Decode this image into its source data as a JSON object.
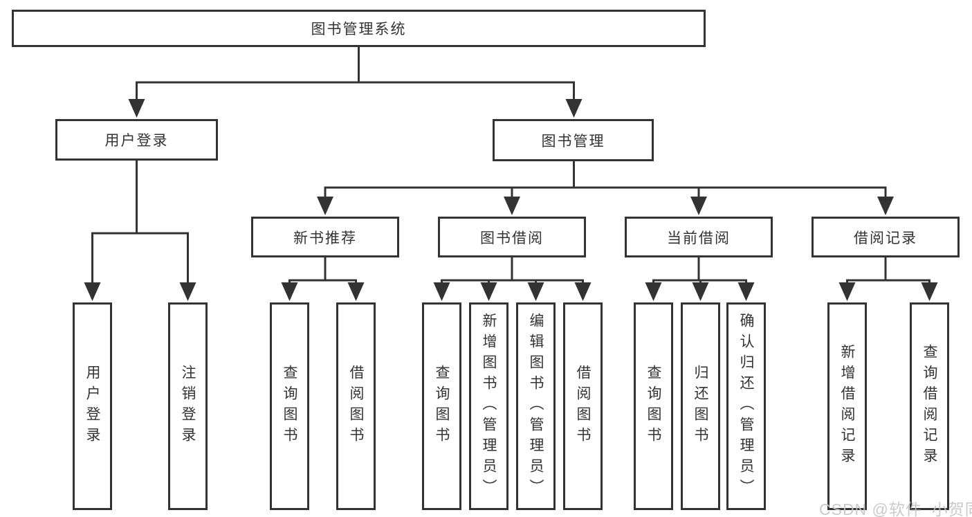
{
  "diagram": {
    "root": {
      "label": "图书管理系统"
    },
    "level2": {
      "user_login": {
        "label": "用户登录"
      },
      "book_management": {
        "label": "图书管理"
      }
    },
    "level3": {
      "new_book_recommend": {
        "label": "新书推荐"
      },
      "book_borrowing": {
        "label": "图书借阅"
      },
      "current_borrowing": {
        "label": "当前借阅"
      },
      "borrowing_records": {
        "label": "借阅记录"
      }
    },
    "leaves": {
      "user_login": "用户登录",
      "logout": "注销登录",
      "nb_query_books": "查询图书",
      "nb_borrow_books": "借阅图书",
      "bb_query_books": "查询图书",
      "bb_add_books_admin": "新增图书（管理员）",
      "bb_edit_books_admin": "编辑图书（管理员）",
      "bb_borrow_books": "借阅图书",
      "cb_query_books": "查询图书",
      "cb_return_books": "归还图书",
      "cb_confirm_return_admin": "确认归还（管理员）",
      "br_add_record": "新增借阅记录",
      "br_query_record": "查询借阅记录"
    }
  },
  "watermark": {
    "text": "CSDN @软件_小贺同学",
    "color": "#c5c5c5"
  },
  "colors": {
    "line": "#333333",
    "box_background": "#ffffff",
    "text": "#333333"
  }
}
